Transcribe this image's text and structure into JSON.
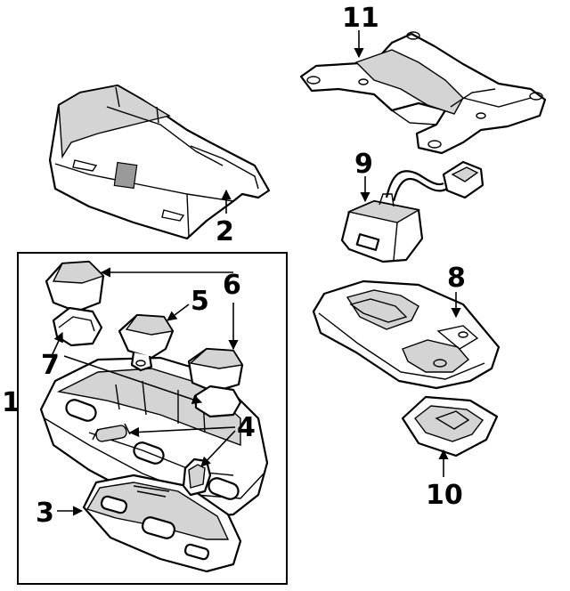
{
  "callouts": [
    {
      "id": "1",
      "label": "1"
    },
    {
      "id": "2",
      "label": "2"
    },
    {
      "id": "3",
      "label": "3"
    },
    {
      "id": "4",
      "label": "4"
    },
    {
      "id": "5",
      "label": "5"
    },
    {
      "id": "6",
      "label": "6"
    },
    {
      "id": "7",
      "label": "7"
    },
    {
      "id": "8",
      "label": "8"
    },
    {
      "id": "9",
      "label": "9"
    },
    {
      "id": "10",
      "label": "10"
    },
    {
      "id": "11",
      "label": "11"
    }
  ],
  "colors": {
    "line": "#000000",
    "background": "#ffffff",
    "shade": "#d4d4d4"
  }
}
